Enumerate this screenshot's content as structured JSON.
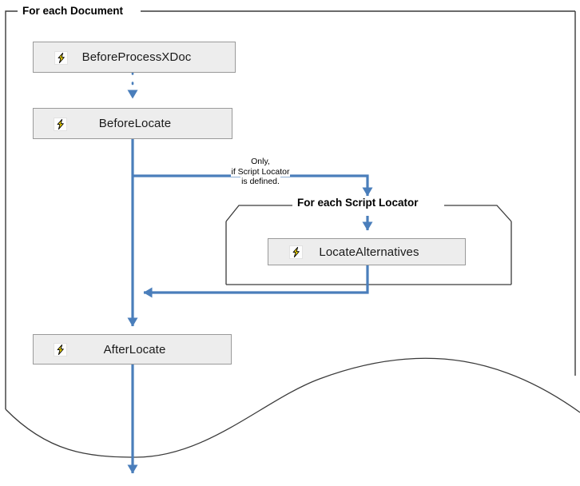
{
  "diagram": {
    "title": "For each Document",
    "groups": [
      {
        "id": "document",
        "label": "For each Document"
      },
      {
        "id": "script-locator",
        "label": "For each Script Locator"
      }
    ],
    "nodes": [
      {
        "id": "before-process-xdoc",
        "label": "BeforeProcessXDoc",
        "icon": "lightning-bolt-icon"
      },
      {
        "id": "before-locate",
        "label": "BeforeLocate",
        "icon": "lightning-bolt-icon"
      },
      {
        "id": "locate-alternatives",
        "label": "LocateAlternatives",
        "icon": "lightning-bolt-icon"
      },
      {
        "id": "after-locate",
        "label": "AfterLocate",
        "icon": "lightning-bolt-icon"
      }
    ],
    "annotations": {
      "condition_line1": "Only,",
      "condition_line2": "if Script Locator",
      "condition_line3": "is defined."
    },
    "colors": {
      "flow_arrow": "#4a7ebb",
      "box_fill": "#ededed",
      "box_border": "#9a9a9a",
      "frame_border": "#3a3a3a",
      "bolt_yellow": "#ffe400",
      "text": "#1a1a1a"
    }
  }
}
